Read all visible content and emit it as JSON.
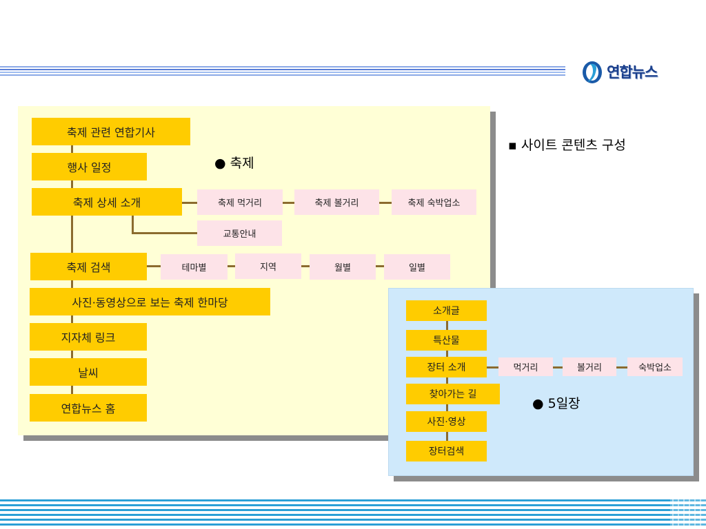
{
  "logo": {
    "text": "연합뉴스"
  },
  "section_title": "▪ 사이트 콘텐츠 구성",
  "festival": {
    "label": "● 축제",
    "main_items": [
      "축제 관련 연합기사",
      "행사 일정",
      "축제 상세 소개",
      "축제 검색",
      "사진·동영상으로 보는 축제 한마당",
      "지자체 링크",
      "날씨",
      "연합뉴스 홈"
    ],
    "detail_subitems": [
      "축제 먹거리",
      "축제 볼거리",
      "축제 숙박업소",
      "교통안내"
    ],
    "search_subitems": [
      "테마별",
      "지역",
      "월별",
      "일별"
    ]
  },
  "market": {
    "label": "● 5일장",
    "main_items": [
      "소개글",
      "특산물",
      "장터 소개",
      "찾아가는 길",
      "사진·영상",
      "장터검색"
    ],
    "intro_subitems": [
      "먹거리",
      "볼거리",
      "숙박업소"
    ]
  },
  "colors": {
    "festival_bg": "#ffffd6",
    "market_bg": "#cfe9fb",
    "main_box": "#ffcc00",
    "sub_box": "#fde3e8",
    "connector": "#8b6b2e",
    "bottom_stripe": "#2a9fd6"
  }
}
